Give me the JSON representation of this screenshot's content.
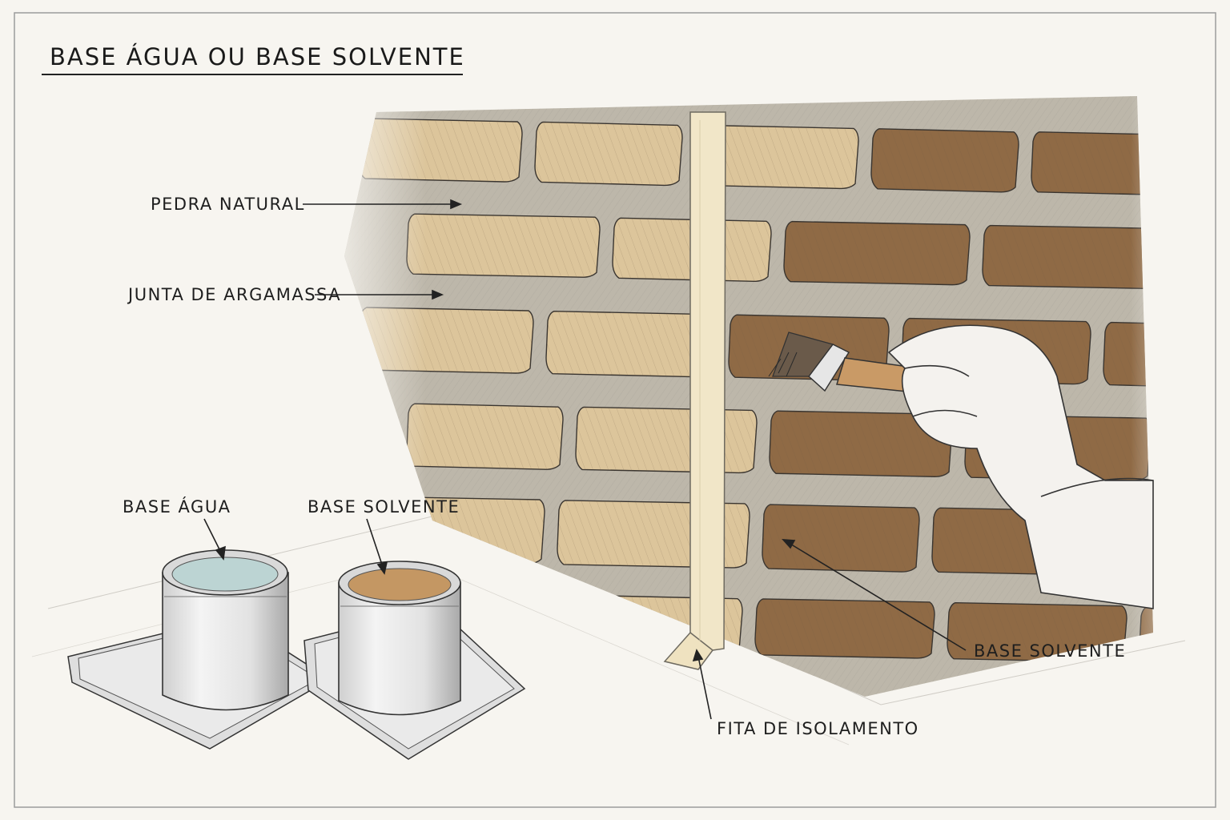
{
  "title": "BASE ÁGUA OU BASE SOLVENTE",
  "labels": {
    "natural_stone": "PEDRA NATURAL",
    "mortar_joint": "JUNTA DE ARGAMASSA",
    "water_based": "BASE ÁGUA",
    "solvent_based_can": "BASE SOLVENTE",
    "solvent_based_wall": "BASE SOLVENTE",
    "masking_tape": "FITA DE ISOLAMENTO"
  },
  "colors": {
    "paper": "#f7f5f0",
    "stone_untreated": "#dcc59b",
    "stone_treated": "#8f6a45",
    "mortar": "#b9b4a8",
    "tape": "#f1e6c8",
    "water_liquid": "#bcd4d3",
    "solvent_liquid": "#c49763",
    "ink": "#1e1e1e"
  }
}
